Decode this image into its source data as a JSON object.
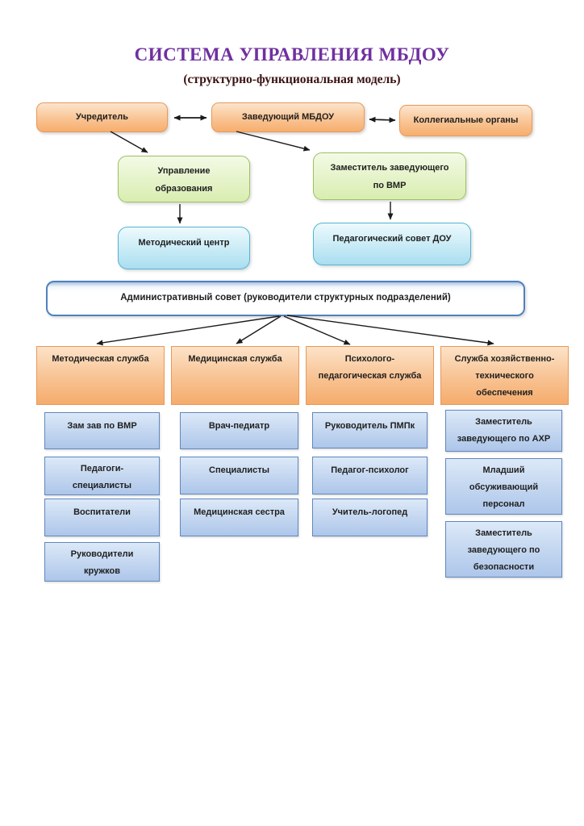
{
  "page": {
    "title": "СИСТЕМА УПРАВЛЕНИЯ МБДОУ",
    "subtitle": "(структурно-функциональная модель)"
  },
  "top_row": {
    "founder": "Учредитель",
    "head": "Заведующий МБДОУ",
    "collegial": "Коллегиальные органы"
  },
  "level2": {
    "education_department": "Управление\nобразования",
    "deputy_head_vmr": "Заместитель заведующего\nпо ВМР"
  },
  "level3": {
    "methodical_center": "Методический центр",
    "pedagogical_council": "Педагогический совет ДОУ"
  },
  "admin_council": {
    "label": "Административный совет (руководители структурных подразделений)"
  },
  "services": [
    {
      "label": "Методическая служба",
      "children": [
        "Зам зав по ВМР",
        "Педагоги-\nспециалисты",
        "Воспитатели",
        "Руководители\nкружков"
      ]
    },
    {
      "label": "Медицинская служба",
      "children": [
        "Врач-педиатр",
        "Специалисты",
        "Медицинская сестра"
      ]
    },
    {
      "label": "Психолого-\nпедагогическая служба",
      "children": [
        "Руководитель ПМПк",
        "Педагог-психолог",
        "Учитель-логопед"
      ]
    },
    {
      "label": "Служба хозяйственно-\nтехнического\nобеспечения",
      "children": [
        "Заместитель\nзаведующего по АХР",
        "Младший\nобсуживающий\nперсонал",
        "Заместитель\nзаведующего по\nбезопасности"
      ]
    }
  ],
  "palette": {
    "title_color": "#7030A0",
    "subtitle_color": "#3A1111",
    "orange_border": "#E8995C",
    "orange_fill": "#F6AE6E",
    "green_border": "#9CC161",
    "green_fill": "#D9EDB0",
    "cyan_border": "#54B4D3",
    "cyan_fill": "#A9DEF0",
    "blue_border": "#6287BC",
    "blue_fill": "#ADC6EA",
    "admin_border": "#4F81BD",
    "arrow_color": "#1A1A1A"
  }
}
